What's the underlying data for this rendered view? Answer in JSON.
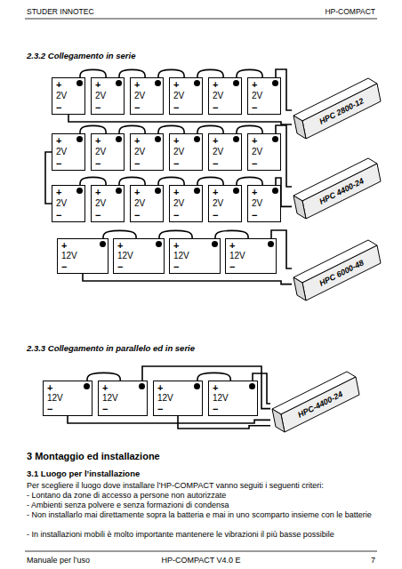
{
  "diagram": {
    "nodes": [
      {
        "text": [
          "+",
          "2V",
          "−"
        ]
      },
      {
        "text": [
          "+",
          "2V",
          "−"
        ]
      },
      {
        "text": [
          "+",
          "2V",
          "−"
        ]
      },
      {
        "text": [
          "+",
          "2V",
          "−"
        ]
      },
      {
        "text": [
          "+",
          "2V",
          "−"
        ]
      },
      {
        "text": [
          "+",
          "2V",
          "−"
        ]
      },
      {
        "text": [
          "HPC 2800-12"
        ]
      },
      {
        "text": [
          "+",
          "2V",
          "−"
        ]
      },
      {
        "text": [
          "+",
          "2V",
          "−"
        ]
      },
      {
        "text": [
          "+",
          "2V",
          "−"
        ]
      },
      {
        "text": [
          "+",
          "2V",
          "−"
        ]
      },
      {
        "text": [
          "+",
          "2V",
          "−"
        ]
      },
      {
        "text": [
          "+",
          "2V",
          "−"
        ]
      },
      {
        "text": [
          "+",
          "2V",
          "−"
        ]
      },
      {
        "text": [
          "+",
          "2V",
          "−"
        ]
      },
      {
        "text": [
          "+",
          "2V",
          "−"
        ]
      },
      {
        "text": [
          "+",
          "2V",
          "−"
        ]
      },
      {
        "text": [
          "+",
          "2V",
          "−"
        ]
      },
      {
        "text": [
          "+",
          "2V",
          "−"
        ]
      },
      {
        "text": [
          "HPC 4400-24"
        ]
      },
      {
        "text": [
          "+",
          "12V",
          "−"
        ]
      },
      {
        "text": [
          "+",
          "12V",
          "−"
        ]
      },
      {
        "text": [
          "+",
          "12V",
          "−"
        ]
      },
      {
        "text": [
          "+",
          "12V",
          "−"
        ]
      },
      {
        "text": [
          "HPC 6000-48"
        ]
      },
      {
        "text": [
          "+",
          "12V",
          "−"
        ]
      },
      {
        "text": [
          "+",
          "12V",
          "−"
        ]
      },
      {
        "text": [
          "+",
          "12V",
          "−"
        ]
      },
      {
        "text": [
          "+",
          "12V",
          "−"
        ]
      },
      {
        "text": [
          "HPC-4400-24"
        ]
      }
    ],
    "edges": [
      {
        "from": 0,
        "to": 1,
        "arrow": "none"
      },
      {
        "from": 1,
        "to": 2,
        "arrow": "none"
      },
      {
        "from": 2,
        "to": 3,
        "arrow": "none"
      },
      {
        "from": 3,
        "to": 4,
        "arrow": "none"
      },
      {
        "from": 4,
        "to": 5,
        "arrow": "none"
      },
      {
        "from": 5,
        "to": 6,
        "arrow": "none"
      },
      {
        "from": 0,
        "to": 6,
        "arrow": "none"
      },
      {
        "from": 7,
        "to": 8,
        "arrow": "none"
      },
      {
        "from": 8,
        "to": 9,
        "arrow": "none"
      },
      {
        "from": 9,
        "to": 10,
        "arrow": "none"
      },
      {
        "from": 10,
        "to": 11,
        "arrow": "none"
      },
      {
        "from": 11,
        "to": 12,
        "arrow": "none"
      },
      {
        "from": 12,
        "to": 19,
        "arrow": "none"
      },
      {
        "from": 7,
        "to": 13,
        "arrow": "none"
      },
      {
        "from": 13,
        "to": 14,
        "arrow": "none"
      },
      {
        "from": 14,
        "to": 15,
        "arrow": "none"
      },
      {
        "from": 15,
        "to": 16,
        "arrow": "none"
      },
      {
        "from": 16,
        "to": 17,
        "arrow": "none"
      },
      {
        "from": 17,
        "to": 18,
        "arrow": "none"
      },
      {
        "from": 18,
        "to": 19,
        "arrow": "none"
      },
      {
        "from": 20,
        "to": 21,
        "arrow": "none"
      },
      {
        "from": 21,
        "to": 22,
        "arrow": "none"
      },
      {
        "from": 22,
        "to": 23,
        "arrow": "none"
      },
      {
        "from": 23,
        "to": 24,
        "arrow": "none"
      },
      {
        "from": 20,
        "to": 24,
        "arrow": "none"
      },
      {
        "from": 25,
        "to": 26,
        "arrow": "none"
      },
      {
        "from": 27,
        "to": 28,
        "arrow": "none"
      },
      {
        "from": 26,
        "to": 29,
        "arrow": "none"
      },
      {
        "from": 28,
        "to": 29,
        "arrow": "none"
      },
      {
        "from": 25,
        "to": 29,
        "arrow": "none"
      },
      {
        "from": 27,
        "to": 29,
        "arrow": "none"
      }
    ],
    "labels": [
      "STUDER INNOTEC",
      "HP-COMPACT",
      "2.3.2 Collegamento in serie",
      "2.3.3 Collegamento in parallelo ed in serie",
      "3 Montaggio ed installazione",
      "3.1 Luogo per l’installazione",
      "Per scegliere il luogo dove installare l’HP-COMPACT vanno seguiti i seguenti criteri:",
      "- Lontano da zone di accesso a persone non autorizzate",
      "- Ambienti senza polvere e senza formazioni di condensa",
      "- Non installarlo mai direttamente sopra la batteria e mai in uno scomparto insieme con le batterie",
      "- In installazioni mobili è molto importante mantenere le vibrazioni il più basse possibile",
      "Manuale per l’uso",
      "HP-COMPACT V4.0 E",
      "7"
    ]
  }
}
